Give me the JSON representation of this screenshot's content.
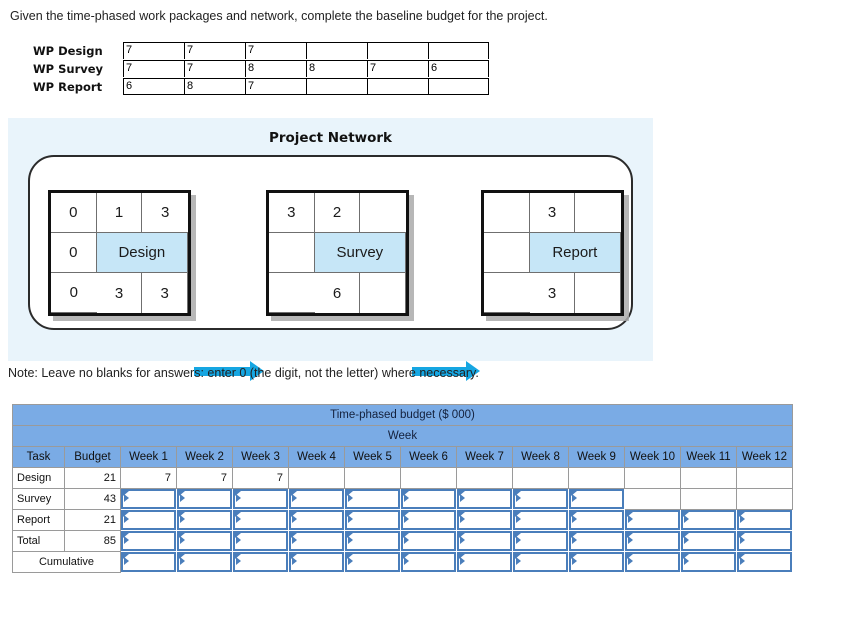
{
  "prompt": "Given the time-phased work packages and network, complete the baseline budget for the project.",
  "note": "Note: Leave no blanks for answers: enter 0 (the digit, not the letter) where necessary.",
  "work_packages": {
    "rows": [
      {
        "label": "WP Design",
        "cells": [
          "7",
          "7",
          "7",
          "",
          "",
          ""
        ]
      },
      {
        "label": "WP Survey",
        "cells": [
          "7",
          "7",
          "8",
          "8",
          "7",
          "6"
        ]
      },
      {
        "label": "WP Report",
        "cells": [
          "6",
          "8",
          "7",
          "",
          "",
          ""
        ]
      }
    ]
  },
  "network": {
    "title": "Project Network",
    "nodes": [
      {
        "name": "Design",
        "top": [
          "0",
          "1",
          "3"
        ],
        "left_mid": "0",
        "bottom": [
          "0",
          "3",
          "3"
        ]
      },
      {
        "name": "Survey",
        "top": [
          "3",
          "2",
          ""
        ],
        "left_mid": "",
        "bottom": [
          "",
          "6",
          ""
        ]
      },
      {
        "name": "Report",
        "top": [
          "",
          "3",
          ""
        ],
        "left_mid": "",
        "bottom": [
          "",
          "3",
          ""
        ]
      }
    ],
    "node_fill": "#c6e6f7",
    "arrow_color": "#16a6e2",
    "panel_background": "#e9f4fb"
  },
  "budget_table": {
    "title": "Time-phased budget ($ 000)",
    "group_header": "Week",
    "header_color": "#7aabe5",
    "columns": [
      "Task",
      "Budget",
      "Week 1",
      "Week 2",
      "Week 3",
      "Week 4",
      "Week 5",
      "Week 6",
      "Week 7",
      "Week 8",
      "Week 9",
      "Week 10",
      "Week 11",
      "Week 12"
    ],
    "rows": [
      {
        "task": "Design",
        "budget": "21",
        "weeks": [
          "7",
          "7",
          "7",
          "",
          "",
          "",
          "",
          "",
          "",
          "",
          "",
          ""
        ],
        "editable": [
          false,
          false,
          false,
          false,
          false,
          false,
          false,
          false,
          false,
          false,
          false,
          false
        ]
      },
      {
        "task": "Survey",
        "budget": "43",
        "weeks": [
          "",
          "",
          "",
          "",
          "",
          "",
          "",
          "",
          "",
          "",
          "",
          ""
        ],
        "editable": [
          true,
          true,
          true,
          true,
          true,
          true,
          true,
          true,
          true,
          false,
          false,
          false
        ]
      },
      {
        "task": "Report",
        "budget": "21",
        "weeks": [
          "",
          "",
          "",
          "",
          "",
          "",
          "",
          "",
          "",
          "",
          "",
          ""
        ],
        "editable": [
          true,
          true,
          true,
          true,
          true,
          true,
          true,
          true,
          true,
          true,
          true,
          true
        ]
      },
      {
        "task": "Total",
        "budget": "85",
        "weeks": [
          "",
          "",
          "",
          "",
          "",
          "",
          "",
          "",
          "",
          "",
          "",
          ""
        ],
        "editable": [
          true,
          true,
          true,
          true,
          true,
          true,
          true,
          true,
          true,
          true,
          true,
          true
        ]
      },
      {
        "task": "Cumulative",
        "budget": null,
        "merged_label": true,
        "weeks": [
          "",
          "",
          "",
          "",
          "",
          "",
          "",
          "",
          "",
          "",
          "",
          ""
        ],
        "editable": [
          true,
          true,
          true,
          true,
          true,
          true,
          true,
          true,
          true,
          true,
          true,
          true
        ]
      }
    ]
  }
}
